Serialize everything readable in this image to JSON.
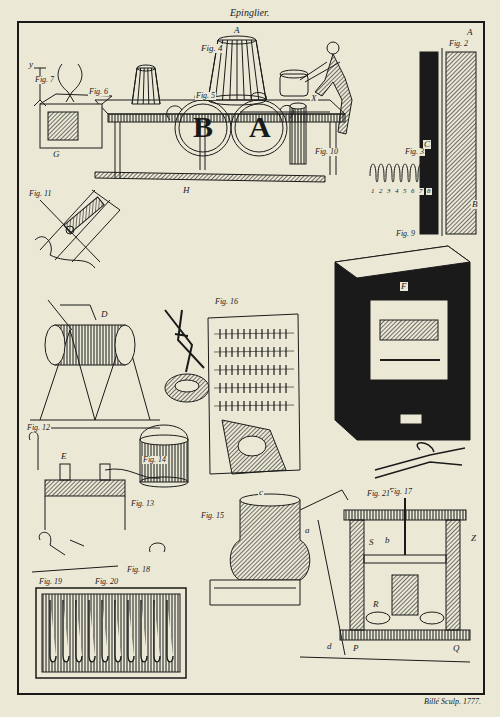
{
  "diagram": {
    "title": "Epinglier.",
    "caption": "Billé Sculp. 1777.",
    "labels": [
      "Fig. 4",
      "A",
      "y",
      "Fig. 7",
      "Fig. 6",
      "Fig. 2",
      "A",
      "B",
      "C",
      "Fig. 3",
      "1",
      "2",
      "3",
      "4",
      "5",
      "6",
      "7",
      "8",
      "Fig. 5",
      "B",
      "A",
      "Fig. 10",
      "X",
      "Fig. 9",
      "F",
      "D",
      "E",
      "Fig. 11",
      "Fig. 12",
      "Fig. 13",
      "Fig. 14",
      "Fig. 15",
      "Fig. 16",
      "Fig. 17",
      "Fig. 18",
      "Fig. 19",
      "Fig. 20",
      "Fig. 21",
      "G",
      "H",
      "a",
      "b",
      "c",
      "d",
      "P",
      "Q",
      "R",
      "S",
      "Z"
    ]
  }
}
